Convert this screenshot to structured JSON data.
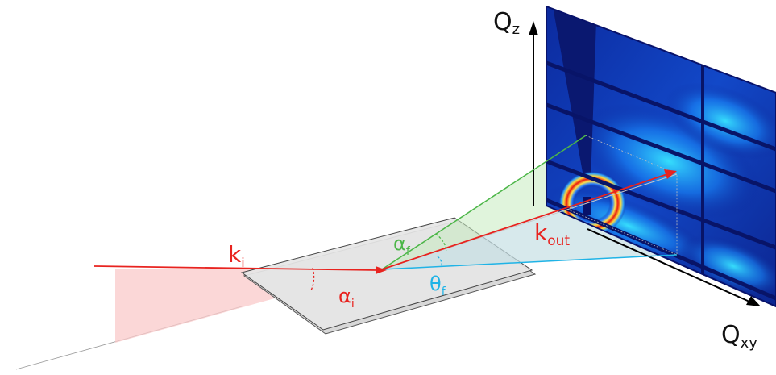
{
  "labels": {
    "k_in": "k",
    "k_in_sub": "i",
    "k_out": "k",
    "k_out_sub": "out",
    "alpha_i": "α",
    "alpha_i_sub": "i",
    "alpha_f": "α",
    "alpha_f_sub": "f",
    "theta_f": "θ",
    "theta_f_sub": "f",
    "axis_z": "Q",
    "axis_z_sub": "z",
    "axis_xy": "Q",
    "axis_xy_sub": "xy"
  },
  "colors": {
    "incident_beam": "#e8231f",
    "exit_beam": "#e8231f",
    "alpha_f_line": "#4cb648",
    "theta_f_line": "#1fb3e6",
    "sample_fill": "#e6e6e6",
    "detector_base": "#0a1a8a"
  }
}
